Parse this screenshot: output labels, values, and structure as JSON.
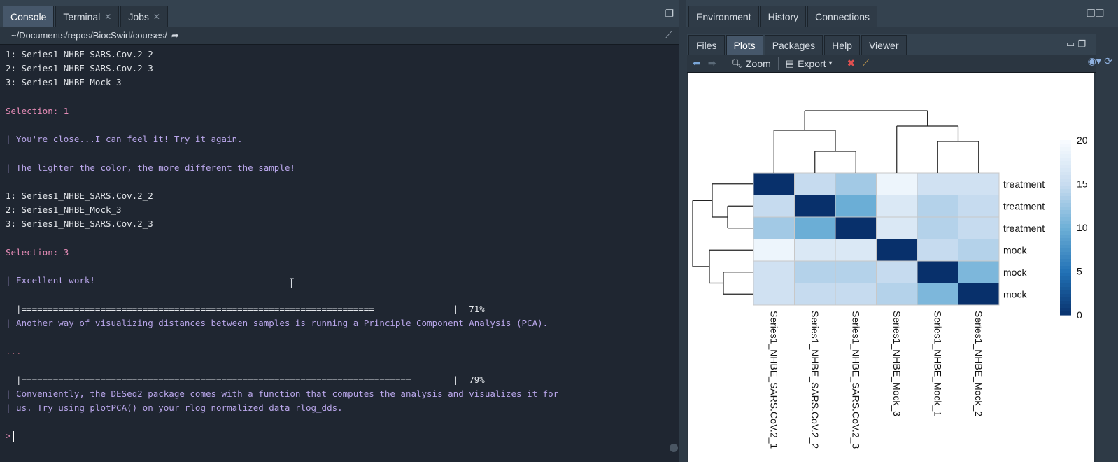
{
  "left": {
    "tabs": [
      {
        "label": "Console",
        "active": true
      },
      {
        "label": "Terminal",
        "closable": true
      },
      {
        "label": "Jobs",
        "closable": true
      }
    ],
    "path": "~/Documents/repos/BiocSwirl/courses/",
    "console_lines": [
      {
        "text": "1: Series1_NHBE_SARS.Cov.2_2",
        "style": "plain"
      },
      {
        "text": "2: Series1_NHBE_SARS.Cov.2_3",
        "style": "plain"
      },
      {
        "text": "3: Series1_NHBE_Mock_3",
        "style": "plain"
      },
      {
        "text": "",
        "style": "plain"
      },
      {
        "text": "Selection: 1",
        "style": "pink"
      },
      {
        "text": "",
        "style": "plain"
      },
      {
        "text": "| You're close...I can feel it! Try it again.",
        "style": "purple"
      },
      {
        "text": "",
        "style": "plain"
      },
      {
        "text": "| The lighter the color, the more different the sample!",
        "style": "purple"
      },
      {
        "text": "",
        "style": "plain"
      },
      {
        "text": "1: Series1_NHBE_SARS.Cov.2_2",
        "style": "plain"
      },
      {
        "text": "2: Series1_NHBE_Mock_3",
        "style": "plain"
      },
      {
        "text": "3: Series1_NHBE_SARS.Cov.2_3",
        "style": "plain"
      },
      {
        "text": "",
        "style": "plain"
      },
      {
        "text": "Selection: 3",
        "style": "pink"
      },
      {
        "text": "",
        "style": "plain"
      },
      {
        "text": "| Excellent work!",
        "style": "purple"
      },
      {
        "text": "",
        "style": "plain"
      },
      {
        "text": "  |===================================================================               |  71%",
        "style": "plain"
      },
      {
        "text": "| Another way of visualizing distances between samples is running a Principle Component Analysis (PCA).",
        "style": "purple"
      },
      {
        "text": "",
        "style": "plain"
      },
      {
        "text": "...",
        "style": "dots"
      },
      {
        "text": "",
        "style": "plain"
      },
      {
        "text": "  |==========================================================================        |  79%",
        "style": "plain"
      },
      {
        "text": "| Conveniently, the DESeq2 package comes with a function that computes the analysis and visualizes it for",
        "style": "purple"
      },
      {
        "text": "| us. Try using plotPCA() on your rlog normalized data rlog_dds.",
        "style": "purple"
      },
      {
        "text": "",
        "style": "plain"
      }
    ],
    "prompt": ">"
  },
  "right": {
    "top_tabs": [
      {
        "label": "Environment"
      },
      {
        "label": "History"
      },
      {
        "label": "Connections"
      }
    ],
    "plot_tabs": [
      {
        "label": "Files"
      },
      {
        "label": "Plots",
        "active": true
      },
      {
        "label": "Packages"
      },
      {
        "label": "Help"
      },
      {
        "label": "Viewer"
      }
    ],
    "toolbar": {
      "zoom_label": "Zoom",
      "export_label": "Export"
    }
  },
  "chart_data": {
    "type": "heatmap",
    "row_labels": [
      "treatment",
      "treatment",
      "treatment",
      "mock",
      "mock",
      "mock"
    ],
    "col_labels": [
      "Series1_NHBE_SARS.CoV.2_1",
      "Series1_NHBE_SARS.CoV.2_2",
      "Series1_NHBE_SARS.CoV.2_3",
      "Series1_NHBE_Mock_3",
      "Series1_NHBE_Mock_1",
      "Series1_NHBE_Mock_2"
    ],
    "values": [
      [
        0,
        15,
        13,
        19,
        16,
        16
      ],
      [
        15,
        0,
        10,
        17,
        14,
        15
      ],
      [
        13,
        10,
        0,
        17,
        14,
        15
      ],
      [
        19,
        17,
        17,
        0,
        15,
        14
      ],
      [
        16,
        14,
        14,
        15,
        0,
        11
      ],
      [
        16,
        15,
        15,
        14,
        11,
        0
      ]
    ],
    "colorbar": {
      "min": 0,
      "max": 20,
      "ticks": [
        0,
        5,
        10,
        15,
        20
      ],
      "low_color": "#08306b",
      "high_color": "#f7fbff"
    },
    "row_dendrogram": true,
    "col_dendrogram": true
  }
}
